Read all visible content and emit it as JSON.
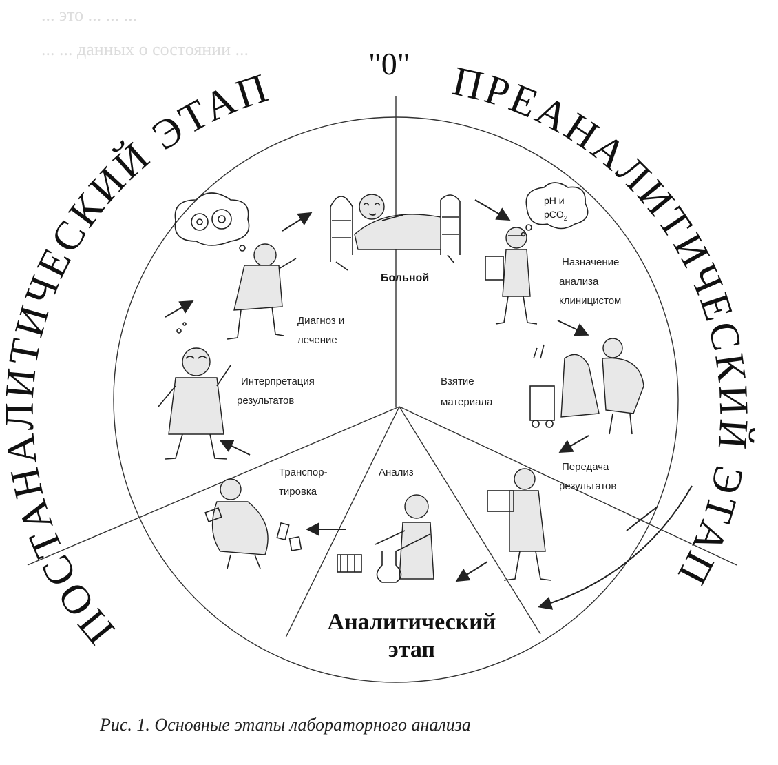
{
  "outer_labels": {
    "postanalytic": "ПОСТАНАЛИТИЧЕСКИЙ ЭТАП",
    "preanalytic": "ПРЕАНАЛИТИЧЕСКИЙ ЭТАП",
    "zero": "\"0\""
  },
  "center_title": {
    "line1": "Аналитический",
    "line2": "этап"
  },
  "steps": {
    "patient": "Больной",
    "prescription_l1": "Назначение",
    "prescription_l2": "анализа",
    "prescription_l3": "клиницистом",
    "sampling_l1": "Взятие",
    "sampling_l2": "материала",
    "transfer_l1": "Передача",
    "transfer_l2": "результатов",
    "analysis": "Анализ",
    "transport_l1": "Транспор-",
    "transport_l2": "тировка",
    "interpretation_l1": "Интерпретация",
    "interpretation_l2": "результатов",
    "diagnosis_l1": "Диагноз и",
    "diagnosis_l2": "лечение"
  },
  "bubble": {
    "line1": "pH и",
    "line2": "pCO",
    "sub": "2"
  },
  "caption": "Рис. 1. Основные этапы лабораторного анализа",
  "ghost_text": {
    "line1": "... это ... ... ...",
    "line2": "... ... данных о состоянии ..."
  }
}
